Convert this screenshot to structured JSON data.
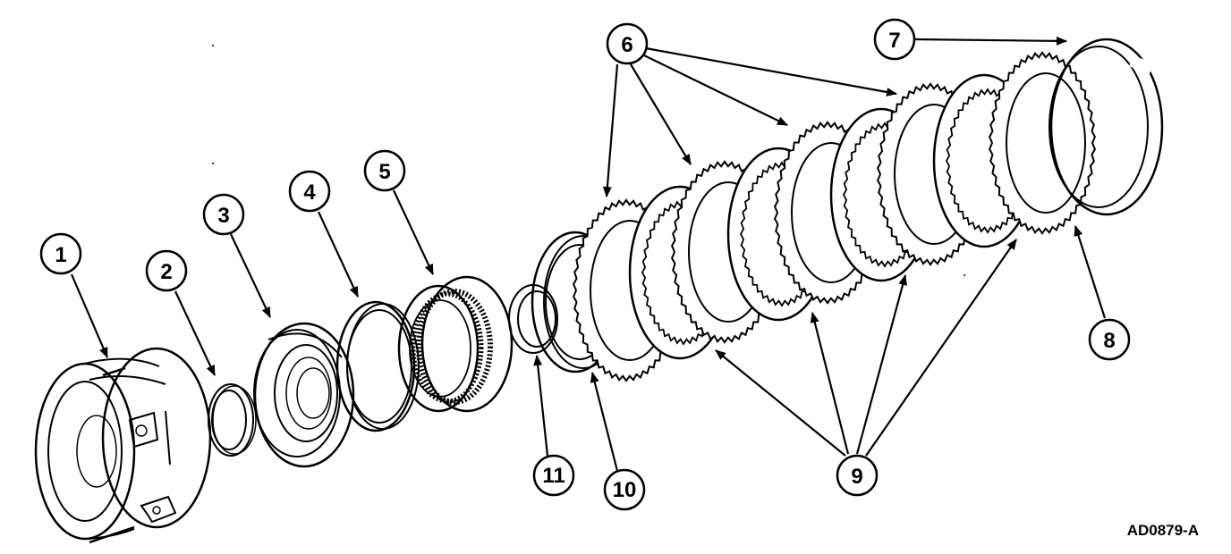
{
  "diagram": {
    "callouts": [
      "1",
      "2",
      "3",
      "4",
      "5",
      "6",
      "7",
      "8",
      "9",
      "10",
      "11"
    ],
    "figure_code": "AD0879-A"
  }
}
